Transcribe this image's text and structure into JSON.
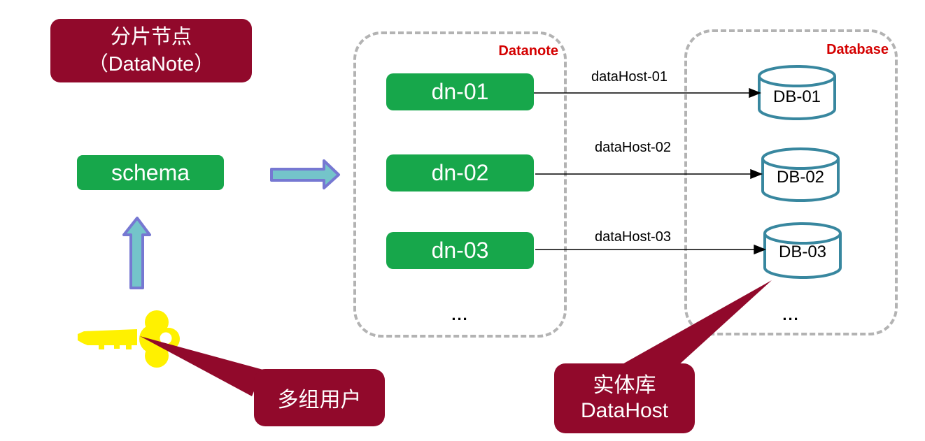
{
  "title_box": {
    "line1": "分片节点",
    "line2": "（DataNote）"
  },
  "schema": {
    "label": "schema"
  },
  "datanote_group": {
    "label": "Datanote",
    "nodes": [
      "dn-01",
      "dn-02",
      "dn-03"
    ],
    "ellipsis": "..."
  },
  "database_group": {
    "label": "Database",
    "databases": [
      "DB-01",
      "DB-02",
      "DB-03"
    ],
    "ellipsis": "..."
  },
  "connections": {
    "labels": [
      "dataHost-01",
      "dataHost-02",
      "dataHost-03"
    ]
  },
  "callouts": {
    "users": {
      "text": "多组用户"
    },
    "datahost": {
      "line1": "实体库",
      "line2": "DataHost"
    }
  },
  "icons": {
    "key": "key-icon",
    "flow_arrow": "right-block-arrow",
    "user_arrow": "up-block-arrow"
  },
  "colors": {
    "maroon": "#91092b",
    "node_green": "#17a74b",
    "group_label_red": "#d40000",
    "cylinder_stroke": "#38879f",
    "block_arrow_fill": "#74c4ca",
    "block_arrow_stroke": "#7678d2",
    "key_yellow": "#fff100",
    "dashed_border": "#b3b3b3"
  }
}
